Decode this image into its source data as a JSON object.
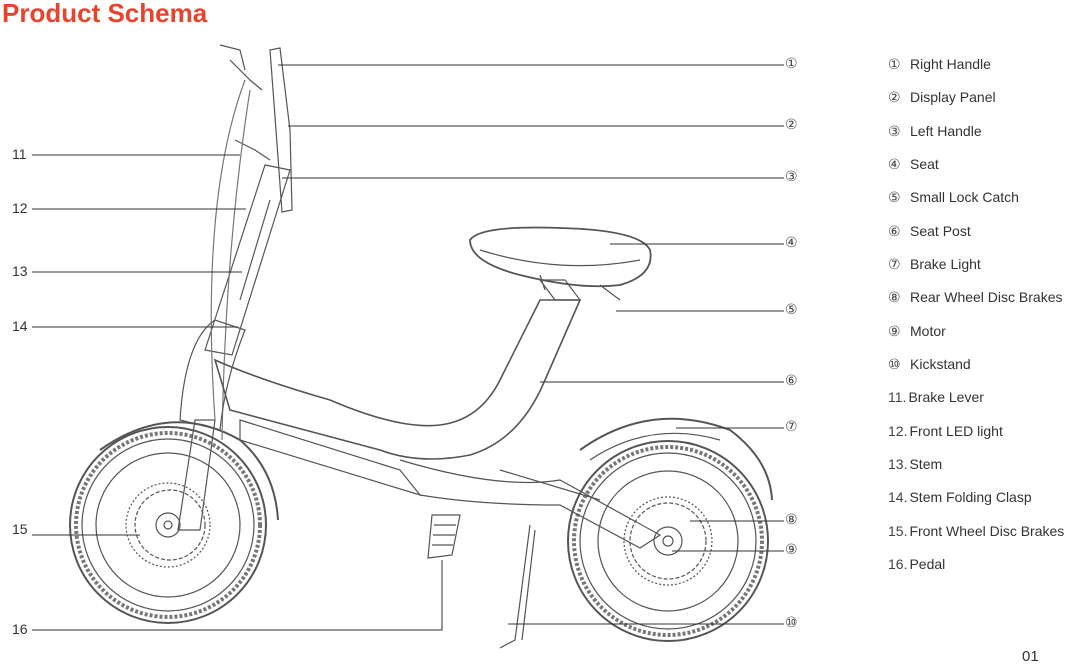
{
  "title": "Product Schema",
  "page_number": "01",
  "colors": {
    "title": "#e8432d",
    "lines": "#333333",
    "drawing": "#555555"
  },
  "callouts_right": [
    "①",
    "②",
    "③",
    "④",
    "⑤",
    "⑥",
    "⑦",
    "⑧",
    "⑨",
    "⑩"
  ],
  "callouts_left": [
    "11",
    "12",
    "13",
    "14",
    "15",
    "16"
  ],
  "legend": [
    {
      "marker": "①",
      "label": "Right Handle"
    },
    {
      "marker": "②",
      "label": "Display Panel"
    },
    {
      "marker": "③",
      "label": "Left Handle"
    },
    {
      "marker": "④",
      "label": "Seat"
    },
    {
      "marker": "⑤",
      "label": "Small Lock Catch"
    },
    {
      "marker": "⑥",
      "label": "Seat Post"
    },
    {
      "marker": "⑦",
      "label": "Brake Light"
    },
    {
      "marker": "⑧",
      "label": "Rear Wheel Disc Brakes"
    },
    {
      "marker": "⑨",
      "label": "Motor"
    },
    {
      "marker": "⑩",
      "label": "Kickstand"
    },
    {
      "marker": "11.",
      "label": "Brake Lever"
    },
    {
      "marker": "12.",
      "label": "Front LED light"
    },
    {
      "marker": "13.",
      "label": "Stem"
    },
    {
      "marker": "14.",
      "label": "Stem Folding Clasp"
    },
    {
      "marker": "15.",
      "label": "Front Wheel Disc Brakes"
    },
    {
      "marker": "16.",
      "label": "Pedal"
    }
  ]
}
